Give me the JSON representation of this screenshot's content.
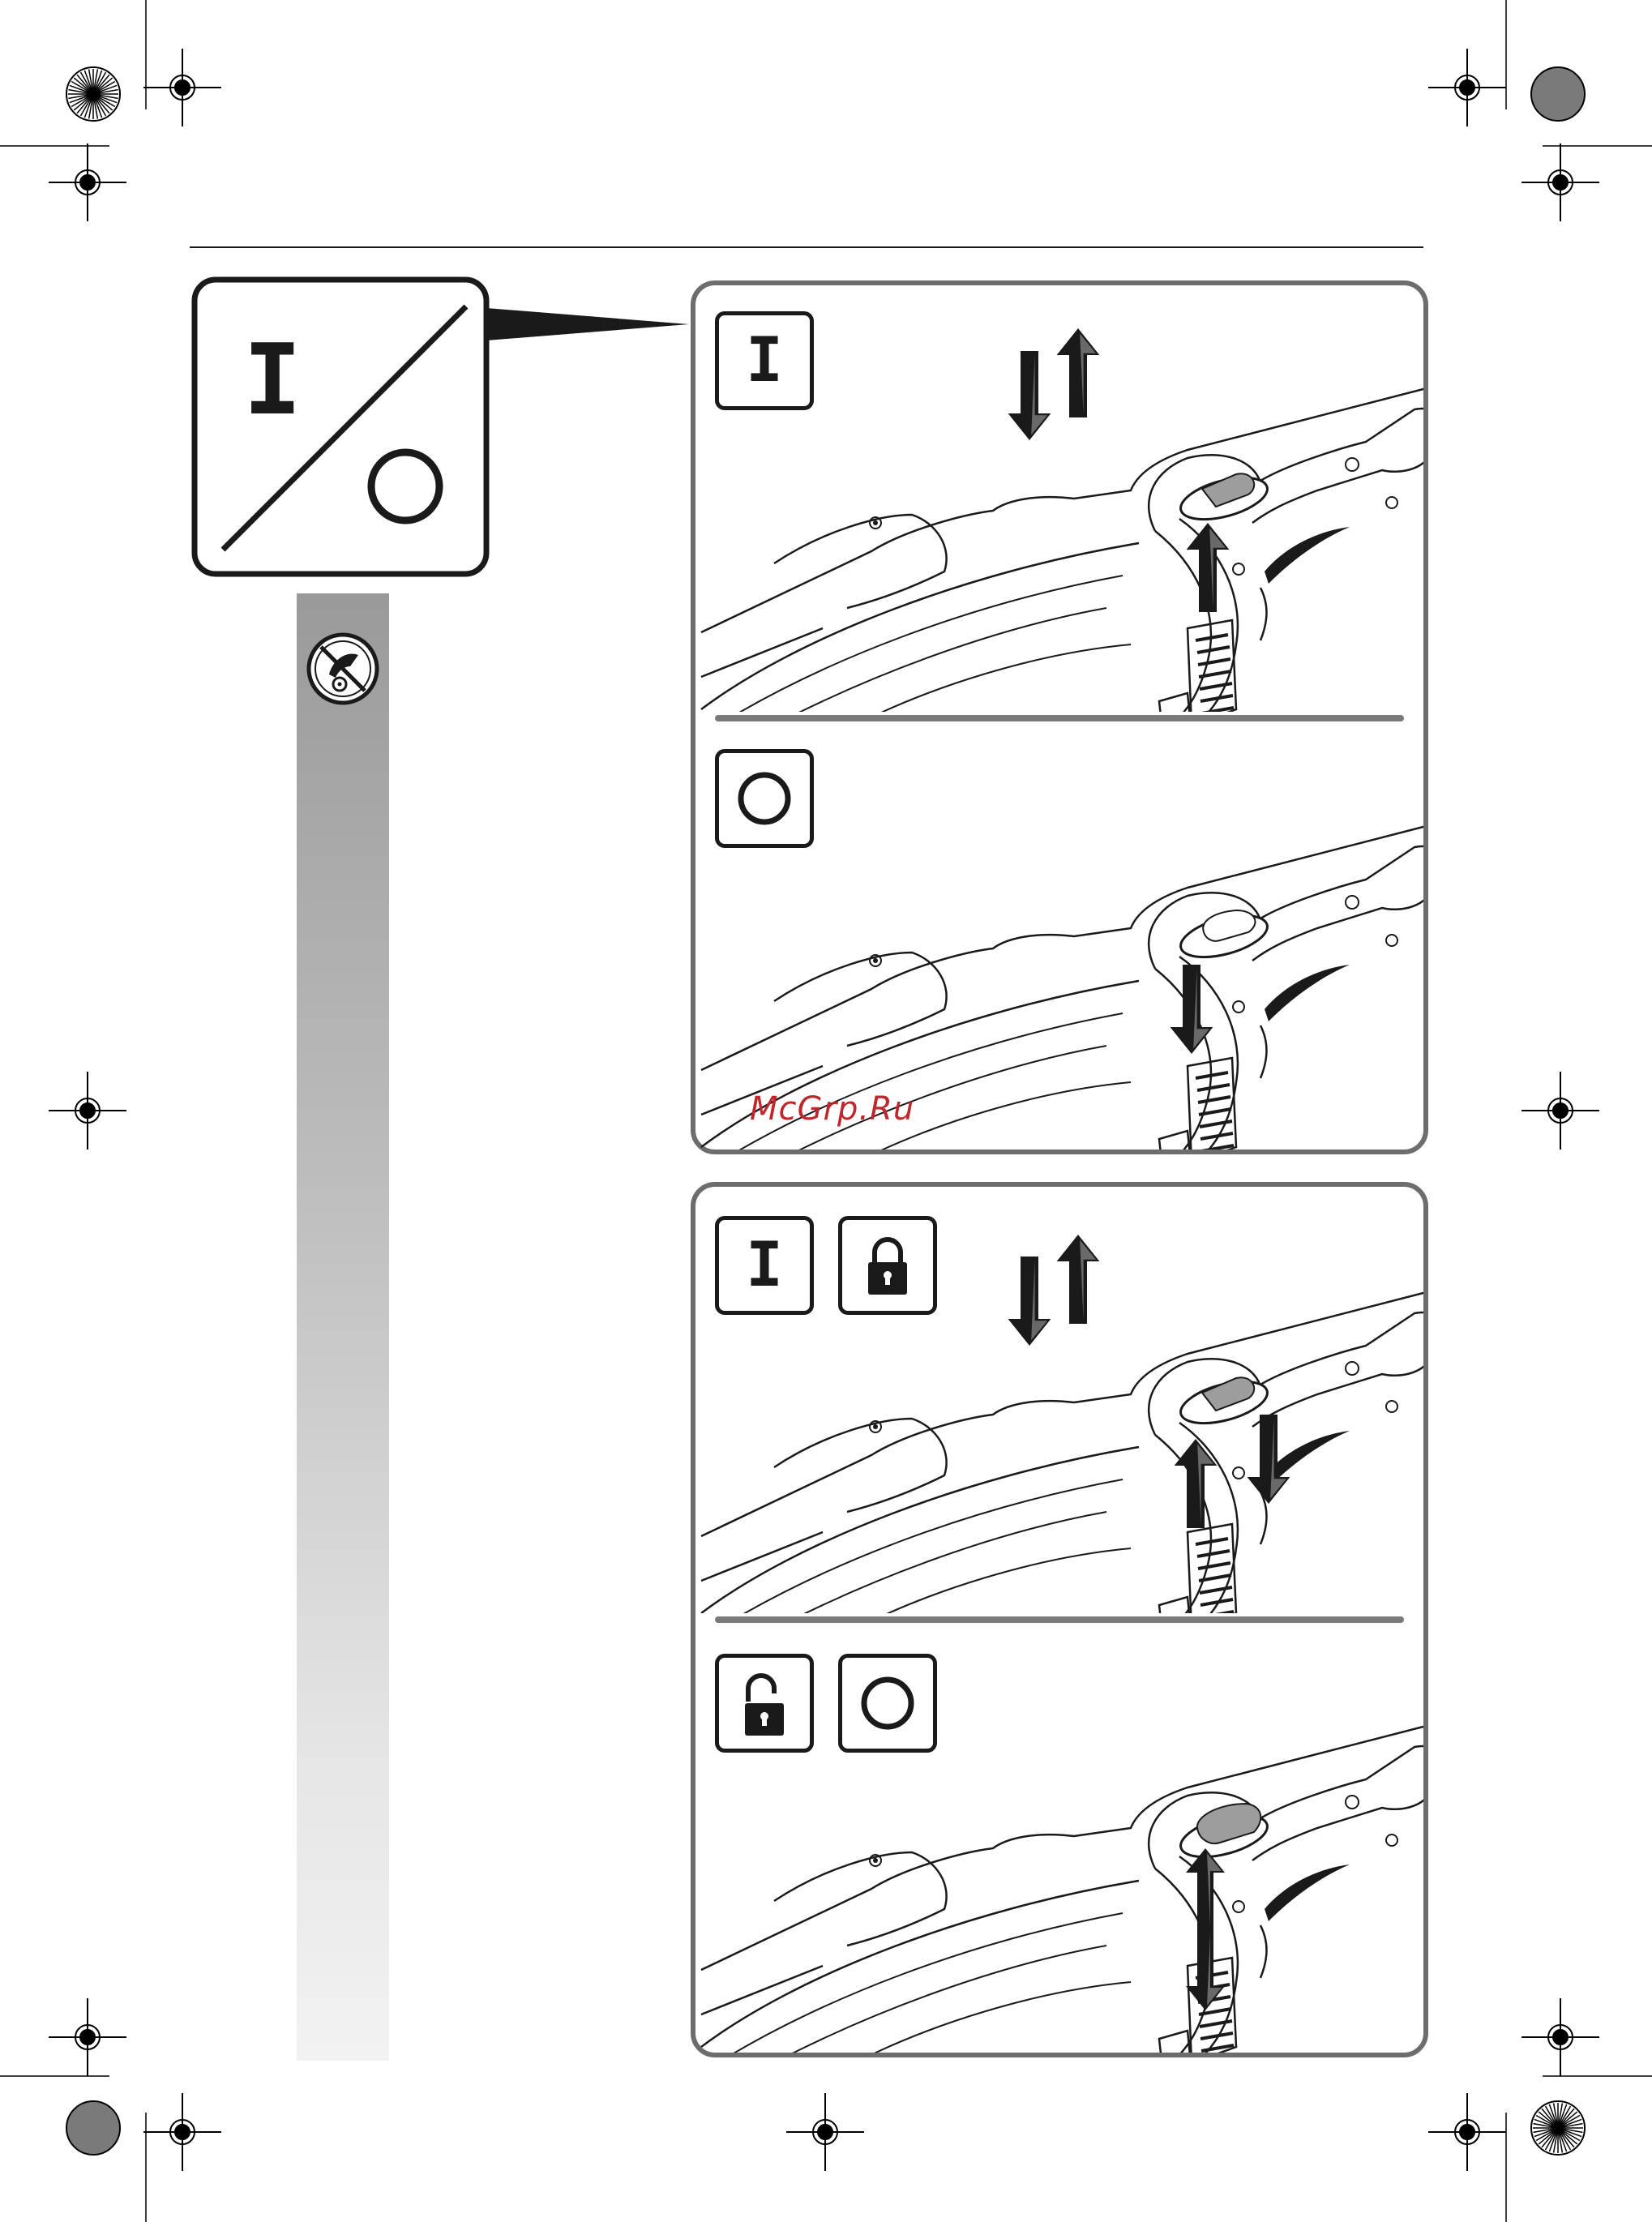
{
  "symbols": {
    "on": "I",
    "off": "O"
  },
  "icons": {
    "header_symbol": "on-off-symbol-icon",
    "unplug_warning": "unplug-power-icon",
    "lock": "padlock-locked-icon",
    "unlock": "padlock-unlocked-icon",
    "arrow_up": "arrow-up-icon",
    "arrow_down": "arrow-down-icon"
  },
  "watermark": {
    "text": "McGrp.Ru",
    "color": "#c0272d"
  },
  "colors": {
    "panel_border": "#6d6d6d",
    "ink": "#1a1a1a",
    "sidebar_top": "#9a9a9a",
    "sidebar_bottom": "#f2f2f2",
    "switch_fill": "#9d9d9d"
  }
}
